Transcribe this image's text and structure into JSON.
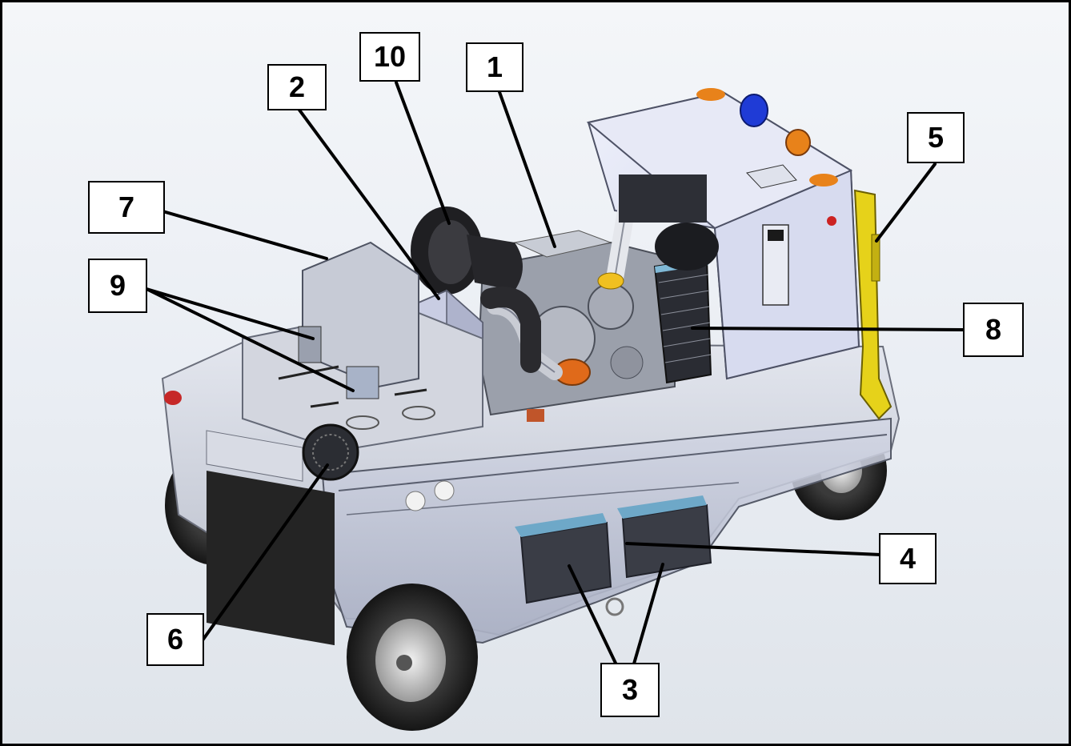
{
  "callouts": [
    {
      "id": "c1",
      "label": "1"
    },
    {
      "id": "c2",
      "label": "2"
    },
    {
      "id": "c3",
      "label": "3"
    },
    {
      "id": "c4",
      "label": "4"
    },
    {
      "id": "c5",
      "label": "5"
    },
    {
      "id": "c6",
      "label": "6"
    },
    {
      "id": "c7",
      "label": "7"
    },
    {
      "id": "c8",
      "label": "8"
    },
    {
      "id": "c9",
      "label": "9"
    },
    {
      "id": "c10",
      "label": "10"
    }
  ],
  "colors": {
    "frame": "#000000",
    "housing": "#dde1f2",
    "housing_dark": "#b9bfd6",
    "chassis": "#c9ceda",
    "tire": "#2a2a2a",
    "beacon_blue": "#1f3bd6",
    "beacon_amber": "#e8821a",
    "handle_yellow": "#e6d21a",
    "turbo_orange": "#e06a1a",
    "intake_yellow": "#f0c020"
  }
}
